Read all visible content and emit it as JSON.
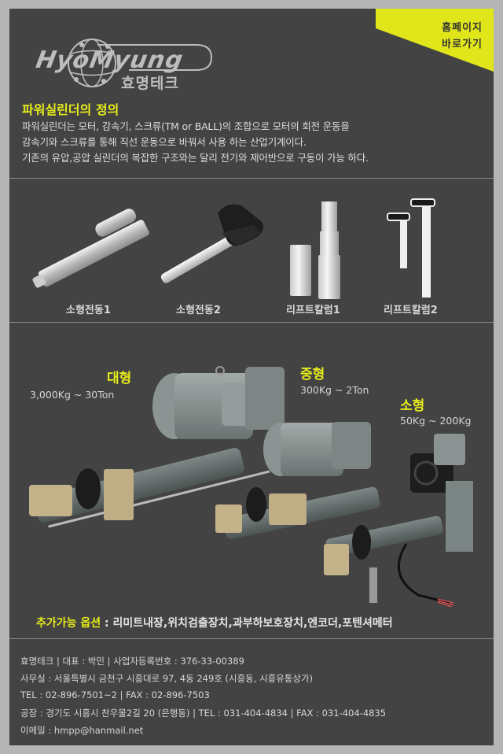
{
  "header": {
    "logo_text": "HyoMyung",
    "logo_subtitle": "효명테크",
    "homepage_link": {
      "line1": "홈페이지",
      "line2": "바로가기"
    },
    "corner_color": "#e1e61a"
  },
  "definition": {
    "title": "파워실린더의 정의",
    "lines": [
      "파워실린더는 모터, 감속기, 스크류(TM or BALL)의 조합으로 모터의 회전 운동을",
      "감속기와 스크류를 통해 직선 운동으로 바꿔서 사용 하는 산업기계이다.",
      "기존의 유압,공압 실린더의 복잡한 구조와는 달리 전기와 제어반으로 구동이 가능 하다."
    ]
  },
  "products": [
    {
      "label": "소형전동1",
      "image": "small-electric-actuator-1"
    },
    {
      "label": "소형전동2",
      "image": "small-electric-actuator-2"
    },
    {
      "label": "리프트칼럼1",
      "image": "lift-column-1"
    },
    {
      "label": "리프트칼럼2",
      "image": "lift-column-2"
    }
  ],
  "power_cylinders": {
    "large": {
      "title": "대형",
      "range": "3,000Kg ~ 30Ton"
    },
    "medium": {
      "title": "중형",
      "range": "300Kg ~ 2Ton"
    },
    "small": {
      "title": "소형",
      "range": "50Kg ~ 200Kg"
    }
  },
  "options": {
    "label": "추가가능 옵션",
    "separator": " : ",
    "value": "리미트내장,위치검출장치,과부하보호장치,엔코더,포텐셔메터"
  },
  "footer": {
    "lines": [
      "효명테크 | 대표 : 박민 | 사업자등록번호 : 376-33-00389",
      "사무실 : 서울특별시 금천구 시흥대로 97, 4동 249호 (시흥동, 시흥유통상가)",
      "TEL : 02-896-7501~2 | FAX : 02-896-7503",
      "공장 : 경기도 시흥시 찬우물2길 20 (은행동) | TEL : 031-404-4834 | FAX : 031-404-4835",
      "이메일 : hmpp@hanmail.net"
    ]
  },
  "colors": {
    "background": "#b5b5b5",
    "panel": "#434343",
    "accent_yellow": "#e6ec1a",
    "text": "#dcdcdc"
  }
}
